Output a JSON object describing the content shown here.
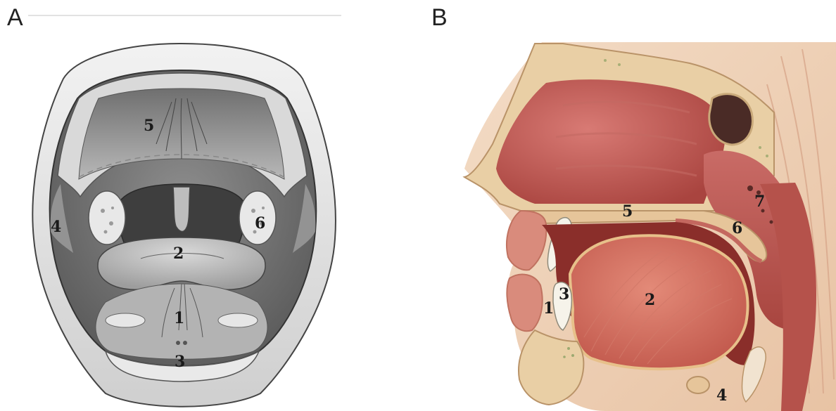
{
  "panels": {
    "a": {
      "letter": "A",
      "labels": {
        "n1": "1",
        "n2": "2",
        "n3": "3",
        "n4": "4",
        "n5": "5",
        "n6": "6"
      }
    },
    "b": {
      "letter": "B",
      "labels": {
        "n1": "1",
        "n2": "2",
        "n3": "3",
        "n4": "4",
        "n5": "5",
        "n6": "6",
        "n7": "7"
      }
    }
  }
}
